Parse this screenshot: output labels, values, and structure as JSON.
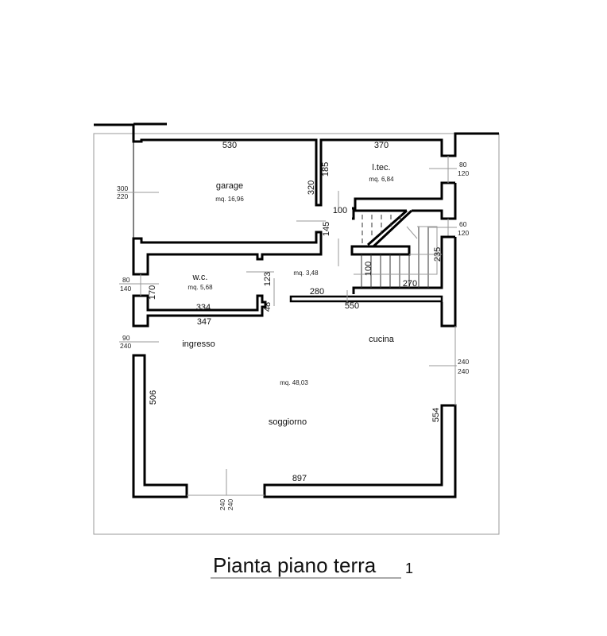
{
  "rooms": {
    "garage": {
      "label": "garage",
      "area": "mq. 16,96"
    },
    "ltec": {
      "label": "l.tec.",
      "area": "mq. 6,84"
    },
    "wc": {
      "label": "w.c.",
      "area": "mq. 5,68"
    },
    "hall": {
      "area": "mq. 3,48"
    },
    "ingresso": {
      "label": "ingresso"
    },
    "cucina": {
      "label": "cucina"
    },
    "soggiorno": {
      "label": "soggiorno",
      "area": "mq. 48,03"
    }
  },
  "dimensions": {
    "d530": "530",
    "d370": "370",
    "d185": "185",
    "d320": "320",
    "d100a": "100",
    "d145": "145",
    "d235": "235",
    "d100b": "100",
    "d270": "270",
    "d123": "123",
    "d170": "170",
    "d280": "280",
    "d550": "550",
    "d334": "334",
    "d48": "48",
    "d347": "347",
    "d506": "506",
    "d554": "554",
    "d897": "897"
  },
  "openings": {
    "o1": {
      "top": "300",
      "bottom": "220"
    },
    "o2": {
      "top": "80",
      "bottom": "140"
    },
    "o3": {
      "top": "90",
      "bottom": "240"
    },
    "o4": {
      "top": "80",
      "bottom": "120"
    },
    "o5": {
      "top": "60",
      "bottom": "120"
    },
    "o6": {
      "top": "240",
      "bottom": "240"
    },
    "o7": {
      "top": "240",
      "bottom": "240"
    }
  },
  "title": {
    "text": "Pianta piano terra",
    "number": "1"
  }
}
